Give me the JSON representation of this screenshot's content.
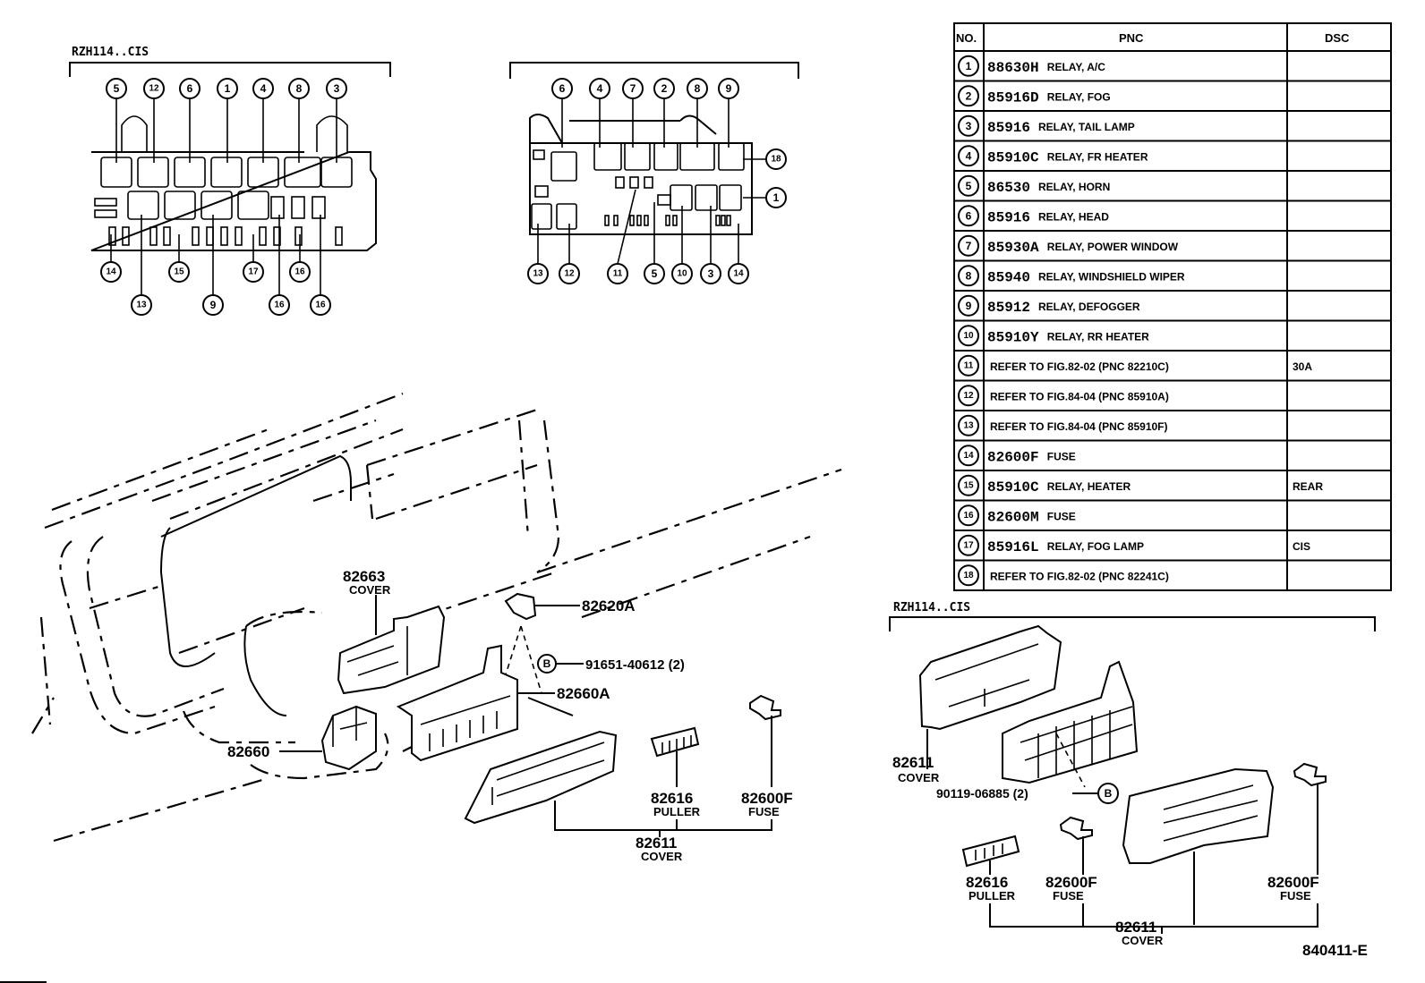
{
  "figure_code": "840411-E",
  "parts_table": {
    "headers": {
      "no": "NO.",
      "pnc": "PNC",
      "dsc": "DSC"
    },
    "rows": [
      {
        "no": "1",
        "pnc": "88630H",
        "desc": "RELAY, A/C",
        "dsc": ""
      },
      {
        "no": "2",
        "pnc": "85916D",
        "desc": "RELAY, FOG",
        "dsc": ""
      },
      {
        "no": "3",
        "pnc": "85916",
        "desc": "RELAY, TAIL LAMP",
        "dsc": ""
      },
      {
        "no": "4",
        "pnc": "85910C",
        "desc": "RELAY, FR HEATER",
        "dsc": ""
      },
      {
        "no": "5",
        "pnc": "86530",
        "desc": "RELAY, HORN",
        "dsc": ""
      },
      {
        "no": "6",
        "pnc": "85916",
        "desc": "RELAY, HEAD",
        "dsc": ""
      },
      {
        "no": "7",
        "pnc": "85930A",
        "desc": "RELAY, POWER WINDOW",
        "dsc": ""
      },
      {
        "no": "8",
        "pnc": "85940",
        "desc": "RELAY, WINDSHIELD WIPER",
        "dsc": ""
      },
      {
        "no": "9",
        "pnc": "85912",
        "desc": "RELAY, DEFOGGER",
        "dsc": ""
      },
      {
        "no": "10",
        "pnc": "85910Y",
        "desc": "RELAY, RR HEATER",
        "dsc": ""
      },
      {
        "no": "11",
        "pnc": "",
        "desc": "REFER TO FIG.82-02  (PNC 82210C)",
        "dsc": "30A"
      },
      {
        "no": "12",
        "pnc": "",
        "desc": "REFER TO FIG.84-04  (PNC 85910A)",
        "dsc": ""
      },
      {
        "no": "13",
        "pnc": "",
        "desc": "REFER TO FIG.84-04  (PNC 85910F)",
        "dsc": ""
      },
      {
        "no": "14",
        "pnc": "82600F",
        "desc": "FUSE",
        "dsc": ""
      },
      {
        "no": "15",
        "pnc": "85910C",
        "desc": "RELAY, HEATER",
        "dsc": "REAR"
      },
      {
        "no": "16",
        "pnc": "82600M",
        "desc": "FUSE",
        "dsc": ""
      },
      {
        "no": "17",
        "pnc": "85916L",
        "desc": "RELAY, FOG LAMP",
        "dsc": "CIS"
      },
      {
        "no": "18",
        "pnc": "",
        "desc": "REFER TO FIG.82-02  (PNC 82241C)",
        "dsc": ""
      }
    ]
  },
  "layout_left": {
    "caption": "RZH114..CIS",
    "top_callouts": [
      "5",
      "12",
      "6",
      "1",
      "4",
      "8",
      "3"
    ],
    "bottom_callouts_row1": [
      "14",
      "15",
      "17",
      "16"
    ],
    "bottom_callouts_row2": [
      "13",
      "9",
      "16",
      "16"
    ]
  },
  "layout_middle": {
    "caption": "",
    "top_callouts": [
      "6",
      "4",
      "7",
      "2",
      "8",
      "9"
    ],
    "side_callouts": [
      "18",
      "1"
    ],
    "bottom_callouts": [
      "13",
      "12",
      "11",
      "5",
      "10",
      "3",
      "14"
    ]
  },
  "main_assembly": {
    "labels": {
      "cover_82663": {
        "pnc": "82663",
        "name": "COVER"
      },
      "bracket": {
        "pnc": "82620A"
      },
      "bolt": {
        "ref": "B",
        "pnc": "91651-40612 (2)"
      },
      "junction_block": {
        "pnc": "82660A"
      },
      "relay_block": {
        "pnc": "82660"
      },
      "puller": {
        "pnc": "82616",
        "name": "PULLER"
      },
      "fuse": {
        "pnc": "82600F",
        "name": "FUSE"
      },
      "cover_82611": {
        "pnc": "82611",
        "name": "COVER"
      }
    }
  },
  "cis_assembly": {
    "caption": "RZH114..CIS",
    "labels": {
      "cover_top": {
        "pnc": "82611",
        "name": "COVER"
      },
      "bolt": {
        "ref": "B",
        "pnc": "90119-06885 (2)"
      },
      "puller": {
        "pnc": "82616",
        "name": "PULLER"
      },
      "fuse_a": {
        "pnc": "82600F",
        "name": "FUSE"
      },
      "fuse_b": {
        "pnc": "82600F",
        "name": "FUSE"
      },
      "cover_bottom": {
        "pnc": "82611",
        "name": "COVER"
      }
    }
  }
}
